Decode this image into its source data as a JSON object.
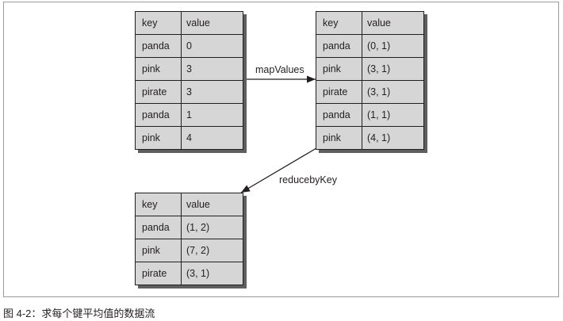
{
  "diagram": {
    "tables": [
      {
        "columns": [
          "key",
          "value"
        ],
        "rows": [
          [
            "panda",
            "0"
          ],
          [
            "pink",
            "3"
          ],
          [
            "pirate",
            "3"
          ],
          [
            "panda",
            "1"
          ],
          [
            "pink",
            "4"
          ]
        ]
      },
      {
        "columns": [
          "key",
          "value"
        ],
        "rows": [
          [
            "panda",
            "(0, 1)"
          ],
          [
            "pink",
            "(3, 1)"
          ],
          [
            "pirate",
            "(3, 1)"
          ],
          [
            "panda",
            "(1, 1)"
          ],
          [
            "pink",
            "(4, 1)"
          ]
        ]
      },
      {
        "columns": [
          "key",
          "value"
        ],
        "rows": [
          [
            "panda",
            "(1, 2)"
          ],
          [
            "pink",
            "(7, 2)"
          ],
          [
            "pirate",
            "(3, 1)"
          ]
        ]
      }
    ],
    "arrows": [
      {
        "label": "mapValues"
      },
      {
        "label": "reducebyKey"
      }
    ],
    "colors": {
      "table_fill": "#d6d6d6",
      "table_border": "#231f20",
      "table_shadow": "#5f5f5f",
      "arrow": "#231f20",
      "frame": "#9a9a9a"
    }
  },
  "caption": "图 4-2：求每个键平均值的数据流"
}
